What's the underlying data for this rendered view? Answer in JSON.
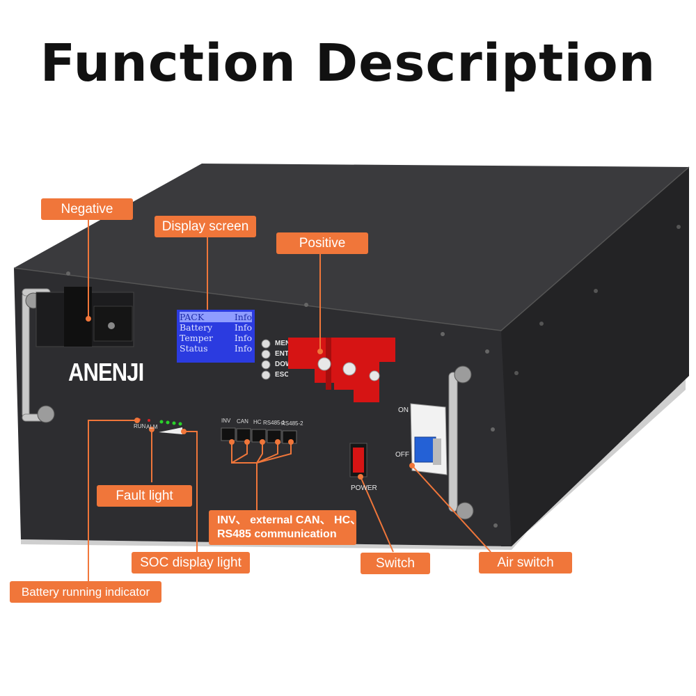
{
  "title": "Function Description",
  "brand": "ANENJI",
  "display_screen": {
    "rows": [
      {
        "left": "PACK",
        "right": "Info"
      },
      {
        "left": "Battery",
        "right": "Info"
      },
      {
        "left": "Temper",
        "right": "Info"
      },
      {
        "left": "Status",
        "right": "Info"
      }
    ]
  },
  "menu_buttons": [
    "MENU",
    "ENTER",
    "DOWN",
    "ESC"
  ],
  "indicator_labels": {
    "run": "RUN",
    "alm": "ALM"
  },
  "ports": [
    "INV",
    "CAN",
    "HC",
    "RS485-1",
    "RS485-2"
  ],
  "power_label": "POWER",
  "air_switch_labels": {
    "on": "ON",
    "off": "OFF"
  },
  "callouts": {
    "negative": "Negative",
    "display_screen": "Display screen",
    "positive": "Positive",
    "fault_light": "Fault light",
    "communication_line1": "INV、 external CAN、 HC、",
    "communication_line2": "RS485 communication",
    "soc_display_light": "SOC display light",
    "switch": "Switch",
    "air_switch": "Air switch",
    "battery_running_indicator": "Battery running indicator"
  },
  "colors": {
    "callout": "#f0763a",
    "chassis": "#2a2a2c",
    "terminal_positive": "#d61414",
    "lcd": "#2b3be0"
  }
}
